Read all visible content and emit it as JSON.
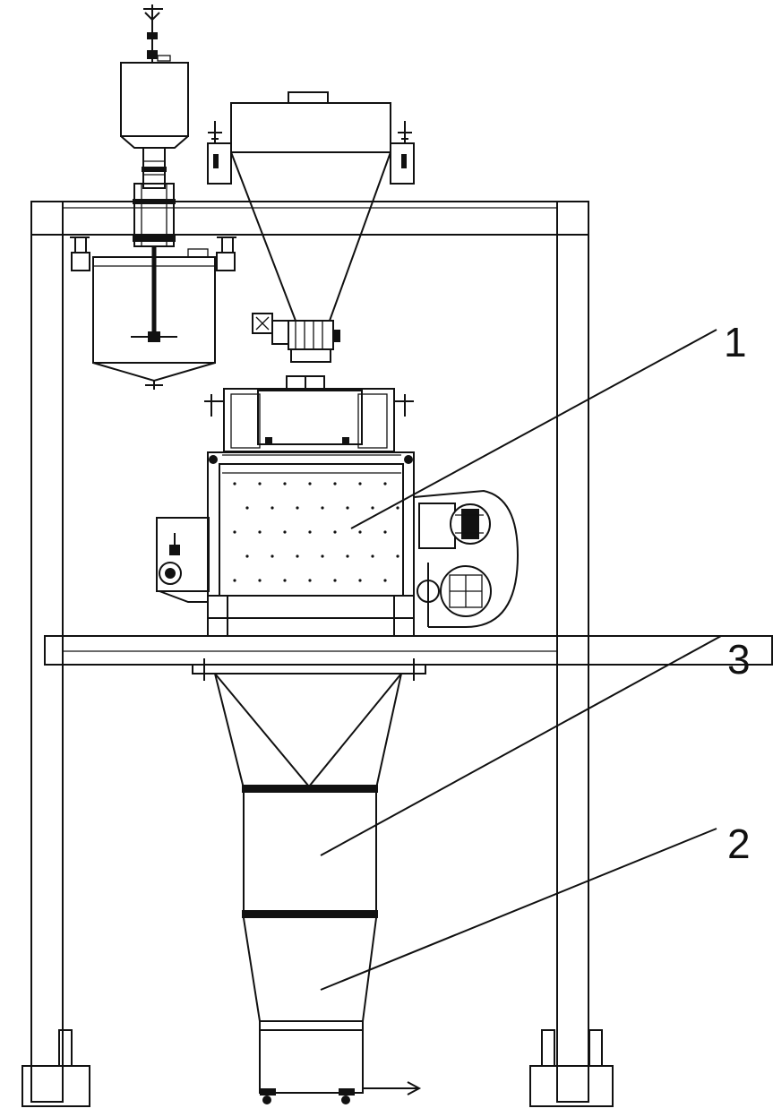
{
  "labels": [
    {
      "id": "1",
      "text": "1"
    },
    {
      "id": "3",
      "text": "3"
    },
    {
      "id": "2",
      "text": "2"
    }
  ]
}
